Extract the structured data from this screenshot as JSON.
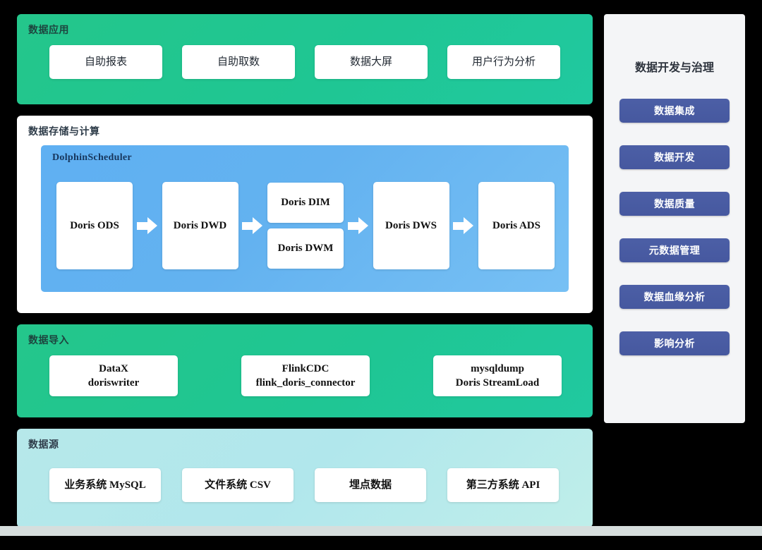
{
  "palette": {
    "background": "#000000",
    "green": "#20c694",
    "blue_panel": "#63b2f0",
    "cyan": "#b3e8ea",
    "white": "#ffffff",
    "gov_panel": "#f4f5f7",
    "gov_button": "#4c5fa6",
    "bottom_strip": "#d6dedd"
  },
  "sections": {
    "application": {
      "title": "数据应用",
      "tiles": [
        {
          "lines": [
            "自助报表"
          ],
          "width": 160
        },
        {
          "lines": [
            "自助取数"
          ],
          "width": 160
        },
        {
          "lines": [
            "数据大屏"
          ],
          "width": 160
        },
        {
          "lines": [
            "用户行为分析"
          ],
          "width": 160
        }
      ],
      "gap": 28
    },
    "storage": {
      "title": "数据存储与计算",
      "scheduler_label": "DolphinScheduler",
      "pipeline": [
        {
          "type": "single",
          "tiles": [
            "Doris ODS"
          ]
        },
        {
          "type": "arrow"
        },
        {
          "type": "single",
          "tiles": [
            "Doris DWD"
          ]
        },
        {
          "type": "arrow"
        },
        {
          "type": "split",
          "tiles": [
            "Doris DIM",
            "Doris DWM"
          ]
        },
        {
          "type": "arrow"
        },
        {
          "type": "single",
          "tiles": [
            "Doris DWS"
          ]
        },
        {
          "type": "arrow"
        },
        {
          "type": "single",
          "tiles": [
            "Doris ADS"
          ]
        }
      ]
    },
    "import": {
      "title": "数据导入",
      "tiles": [
        {
          "lines": [
            "DataX",
            "doriswriter"
          ],
          "width": 182
        },
        {
          "lines": [
            "FlinkCDC",
            "flink_doris_connector"
          ],
          "width": 182
        },
        {
          "lines": [
            "mysqldump",
            "Doris StreamLoad"
          ],
          "width": 182
        }
      ],
      "gap": 90
    },
    "source": {
      "title": "数据源",
      "tiles": [
        {
          "lines": [
            "业务系统 MySQL"
          ],
          "width": 158
        },
        {
          "lines": [
            "文件系统 CSV"
          ],
          "width": 158
        },
        {
          "lines": [
            "埋点数据"
          ],
          "width": 158
        },
        {
          "lines": [
            "第三方系统 API"
          ],
          "width": 158
        }
      ],
      "gap": 30
    },
    "governance": {
      "title": "数据开发与治理",
      "buttons": [
        "数据集成",
        "数据开发",
        "数据质量",
        "元数据管理",
        "数据血缘分析",
        "影响分析"
      ]
    }
  }
}
